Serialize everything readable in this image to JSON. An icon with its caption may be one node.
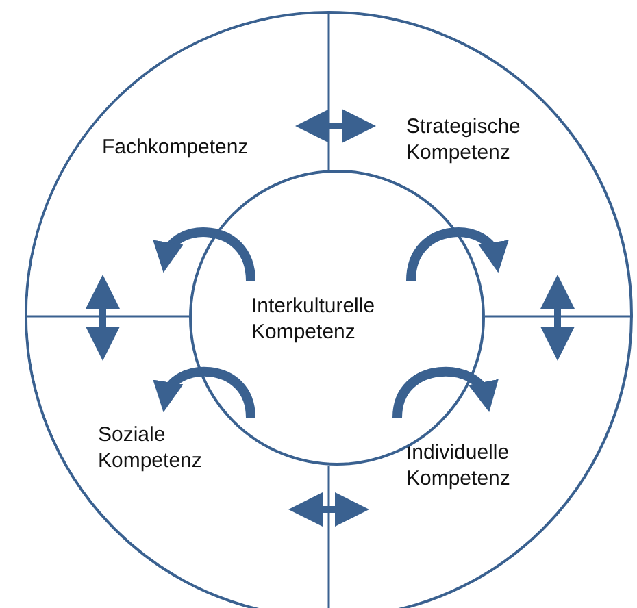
{
  "diagram": {
    "nodes": [
      {
        "text": [],
        "shape": "circle"
      },
      {
        "text": [
          "Fachkompetenz"
        ],
        "in": 0
      },
      {
        "text": [
          "Strategische Kompetenz"
        ],
        "in": 0
      },
      {
        "text": [
          "Interkulturelle Kompetenz"
        ],
        "in": 0
      },
      {
        "text": [
          "Soziale Kompetenz"
        ],
        "in": 0
      },
      {
        "text": [
          "Individuelle Kompetenz"
        ],
        "in": 0
      }
    ],
    "edges": [
      {
        "from": 1,
        "to": 2,
        "arrow": "both"
      },
      {
        "from": 1,
        "to": 4,
        "arrow": "both"
      },
      {
        "from": 2,
        "to": 5,
        "arrow": "both"
      },
      {
        "from": 4,
        "to": 5,
        "arrow": "both"
      },
      {
        "from": 3,
        "to": 1,
        "arrow": "to"
      },
      {
        "from": 3,
        "to": 2,
        "arrow": "to"
      },
      {
        "from": 3,
        "to": 4,
        "arrow": "to"
      },
      {
        "from": 3,
        "to": 5,
        "arrow": "to"
      }
    ]
  }
}
